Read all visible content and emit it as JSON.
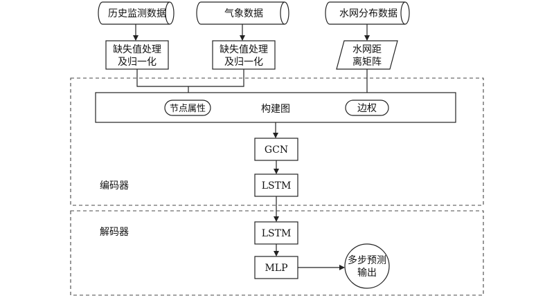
{
  "sources": {
    "history": "历史监测数据",
    "weather": "气象数据",
    "water_network": "水网分布数据"
  },
  "preprocess": {
    "missing_norm_line1": "缺失值处理",
    "missing_norm_line2": "及归一化",
    "distance_line1": "水网距",
    "distance_line2": "离矩阵"
  },
  "graph": {
    "node_attr": "节点属性",
    "build": "构建图",
    "edge_weight": "边权"
  },
  "encoder": {
    "label": "编码器",
    "gcn": "GCN",
    "lstm": "LSTM"
  },
  "decoder": {
    "label": "解码器",
    "lstm": "LSTM",
    "mlp": "MLP"
  },
  "output": {
    "line1": "多步预测",
    "line2": "输出"
  }
}
